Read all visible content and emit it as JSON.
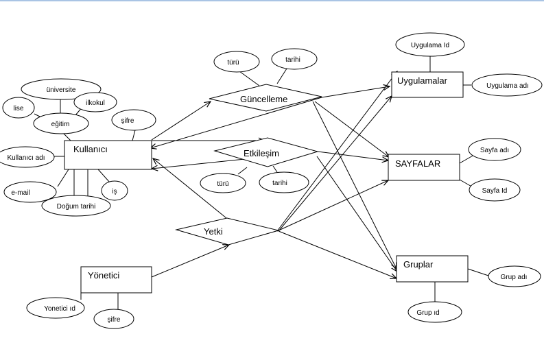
{
  "entities": {
    "kullanici": "Kullanıcı",
    "yonetici": "Yönetici",
    "uygulamalar": "Uygulamalar",
    "sayfalar": "SAYFALAR",
    "gruplar": "Gruplar"
  },
  "relationships": {
    "guncelleme": "Güncelleme",
    "etkilesim": "Etkileşim",
    "yetki": "Yetki"
  },
  "attributes": {
    "universite": "üniversite",
    "lise": "lise",
    "ilkokul": "ilkokul",
    "egitim": "eğitim",
    "sifre_user": "şifre",
    "kullanici_adi": "Kullanıcı adı",
    "email": "e-mail",
    "dogum_tarihi": "Doğum tarihi",
    "is": "iş",
    "yonetici_id": "Yonetici ıd",
    "sifre_admin": "şifre",
    "g_turu": "türü",
    "g_tarihi": "tarihi",
    "e_turu": "türü",
    "e_tarihi": "tarihi",
    "uygulama_id": "Uygulama Id",
    "uygulama_adi": "Uygulama adı",
    "sayfa_adi": "Sayfa adı",
    "sayfa_id": "Sayfa Id",
    "grup_adi": "Grup adı",
    "grup_id": "Grup ıd"
  }
}
